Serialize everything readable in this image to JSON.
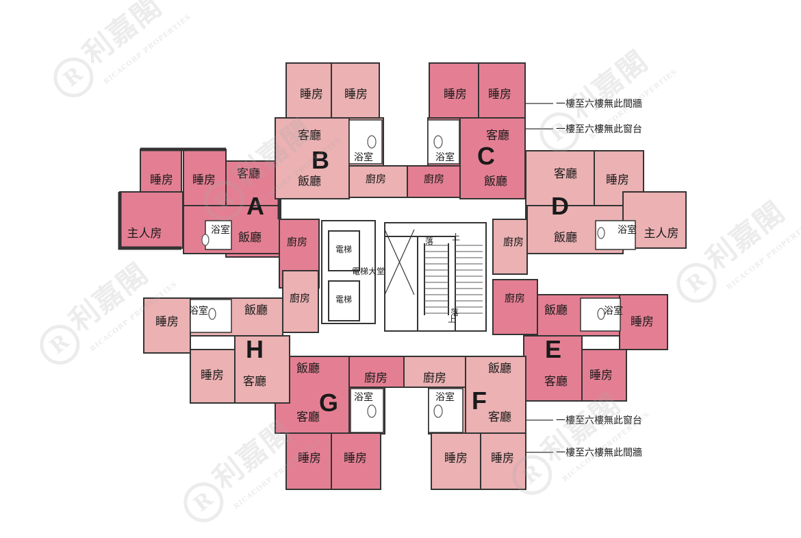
{
  "units": {
    "A": {
      "letter": "A",
      "rooms": [
        "睡房",
        "睡房",
        "客廳",
        "主人房",
        "飯廳",
        "浴室"
      ]
    },
    "B": {
      "letter": "B",
      "rooms": [
        "睡房",
        "睡房",
        "客廳",
        "飯廳",
        "浴室",
        "廚房"
      ]
    },
    "C": {
      "letter": "C",
      "rooms": [
        "睡房",
        "睡房",
        "客廳",
        "飯廳",
        "浴室",
        "廚房"
      ]
    },
    "D": {
      "letter": "D",
      "rooms": [
        "客廳",
        "睡房",
        "主人房",
        "飯廳",
        "浴室",
        "廚房"
      ]
    },
    "E": {
      "letter": "E",
      "rooms": [
        "廚房",
        "飯廳",
        "浴室",
        "睡房",
        "客廳",
        "睡房"
      ]
    },
    "F": {
      "letter": "F",
      "rooms": [
        "廚房",
        "飯廳",
        "浴室",
        "客廳",
        "睡房",
        "睡房"
      ]
    },
    "G": {
      "letter": "G",
      "rooms": [
        "飯廳",
        "廚房",
        "浴室",
        "客廳",
        "睡房",
        "睡房"
      ]
    },
    "H": {
      "letter": "H",
      "rooms": [
        "浴室",
        "飯廳",
        "睡房",
        "睡房",
        "客廳"
      ]
    }
  },
  "extra_rooms": {
    "a_kitchen": "廚房",
    "h_kitchen": "廚房"
  },
  "core": {
    "lift": "電梯",
    "lobby": "電梯大堂",
    "down": "落",
    "up": "上"
  },
  "notes": {
    "top_wall": "一樓至六樓無此間牆",
    "top_window": "一樓至六樓無此窗台",
    "bottom_window": "一樓至六樓無此窗台",
    "bottom_wall": "一樓至六樓無此間牆"
  },
  "watermark": {
    "chinese": "利嘉閣",
    "english": "RICACORP PROPERTIES"
  },
  "colors": {
    "dark_pink": "#e47f93",
    "light_pink": "#ebb1b3",
    "wall": "#333333",
    "text": "#1a1a1a"
  }
}
